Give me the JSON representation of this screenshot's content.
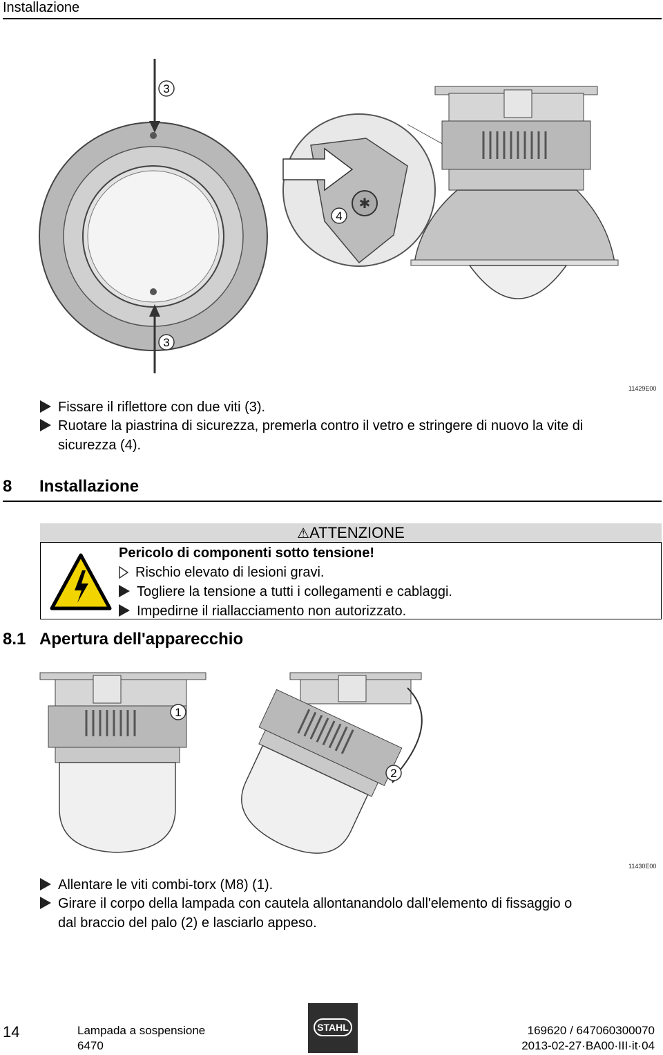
{
  "header": {
    "title": "Installazione"
  },
  "figure1": {
    "code": "11429E00",
    "callouts": [
      "3",
      "4",
      "3"
    ]
  },
  "steps1": [
    "Fissare il riflettore con due viti (3).",
    "Ruotare la piastrina di sicurezza, premerla contro il vetro e stringere di nuovo la vite di",
    "sicurezza (4)."
  ],
  "section8": {
    "number": "8",
    "title": "Installazione"
  },
  "warning": {
    "heading": "ATTENZIONE",
    "hazard": "Pericolo di componenti sotto tensione!",
    "consequence": "Rischio elevato di lesioni gravi.",
    "actions": [
      "Togliere la tensione a tutti i collegamenti e cablaggi.",
      "Impedirne il riallacciamento non autorizzato."
    ]
  },
  "section81": {
    "number": "8.1",
    "title": "Apertura dell'apparecchio"
  },
  "figure2": {
    "code": "11430E00",
    "callouts": [
      "1",
      "2"
    ]
  },
  "steps2": [
    "Allentare le viti combi-torx (M8) (1).",
    "Girare il corpo della lampada con cautela allontanandolo dall'elemento di fissaggio o",
    "dal braccio del palo (2) e lasciarlo appeso."
  ],
  "footer": {
    "page": "14",
    "product": "Lampada a sospensione",
    "model": "6470",
    "logo": "STAHL",
    "doc_number": "169620 / 647060300070",
    "doc_date": "2013-02-27·BA00·III·it·04"
  }
}
